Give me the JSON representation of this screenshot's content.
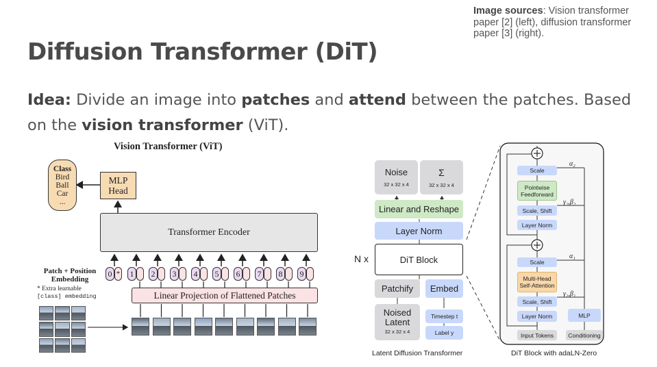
{
  "title": "Diffusion Transformer (DiT)",
  "sources": {
    "label": "Image sources",
    "text": ": Vision transformer paper [2] (left), diffusion transformer paper [3] (right)."
  },
  "idea": {
    "lead": "Idea:",
    "t1": " Divide an image into ",
    "b1": "patches",
    "t2": " and ",
    "b2": "attend",
    "t3": " between the patches. Based on the ",
    "b3": "vision transformer",
    "t4": " (ViT)."
  },
  "vit": {
    "title": "Vision Transformer (ViT)",
    "class_box": {
      "title": "Class",
      "items": [
        "Bird",
        "Ball",
        "Car",
        "..."
      ]
    },
    "mlp_head": [
      "MLP",
      "Head"
    ],
    "encoder": "Transformer Encoder",
    "patch_label": [
      "Patch + Position",
      "Embedding"
    ],
    "extra_note": [
      "* Extra learnable",
      "[class] embedding"
    ],
    "linear_proj": "Linear Projection of Flattened Patches",
    "tokens": [
      "0",
      "1",
      "2",
      "3",
      "4",
      "5",
      "6",
      "7",
      "8",
      "9"
    ],
    "class_star": "*"
  },
  "dit": {
    "noise": "Noise",
    "sigma": "Σ",
    "dim": "32 x 32 x 4",
    "linear_reshape": "Linear and Reshape",
    "layer_norm": "Layer Norm",
    "nx": "N x",
    "dit_block": "DiT Block",
    "patchify": "Patchify",
    "embed": "Embed",
    "noised": [
      "Noised",
      "Latent"
    ],
    "timestep": "Timestep t",
    "label": "Label y",
    "caption": "Latent Diffusion Transformer"
  },
  "block": {
    "scale": "Scale",
    "pointwise": [
      "Pointwise",
      "Feedforward"
    ],
    "scale_shift": "Scale, Shift",
    "layer_norm": "Layer Norm",
    "mha": [
      "Multi-Head",
      "Self-Attention"
    ],
    "mlp": "MLP",
    "input_tokens": "Input Tokens",
    "conditioning": "Conditioning",
    "alpha2": "α₂",
    "gb2": "γ₂,β₂",
    "alpha1": "α₁",
    "gb1": "γ₁,β₁",
    "caption": "DiT Block with adaLN-Zero"
  },
  "colors": {
    "blue": "#c8d8fb",
    "green": "#cfe8c6",
    "orange": "#f8d7a8",
    "gray": "#d9d9dc",
    "pink": "#fbe2e4",
    "purple": "#e9d9f0"
  }
}
